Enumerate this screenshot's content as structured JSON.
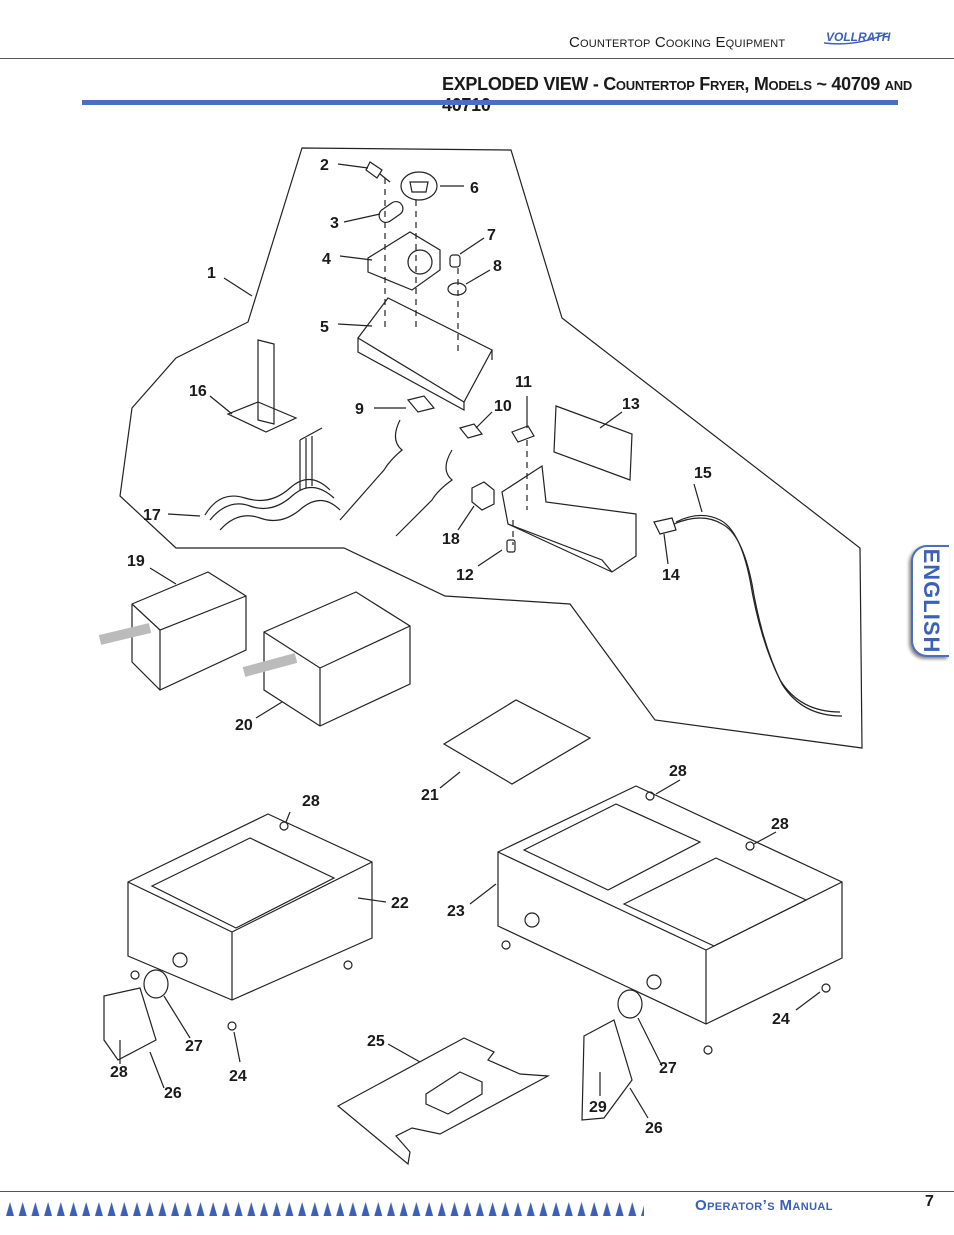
{
  "header": {
    "section": "Countertop Cooking Equipment",
    "brand": "VOLLRATH"
  },
  "title": "EXPLODED VIEW - Countertop Fryer, Models ~ 40709 and 40710",
  "side_tab": "ENGLISH",
  "footer": {
    "manual": "Operator’s Manual",
    "page": "7"
  },
  "callouts": [
    "1",
    "2",
    "3",
    "4",
    "5",
    "6",
    "7",
    "8",
    "9",
    "10",
    "11",
    "12",
    "13",
    "14",
    "15",
    "16",
    "17",
    "18",
    "19",
    "20",
    "21",
    "22",
    "23",
    "24",
    "24",
    "25",
    "26",
    "26",
    "27",
    "27",
    "28",
    "28",
    "28",
    "28",
    "29"
  ]
}
